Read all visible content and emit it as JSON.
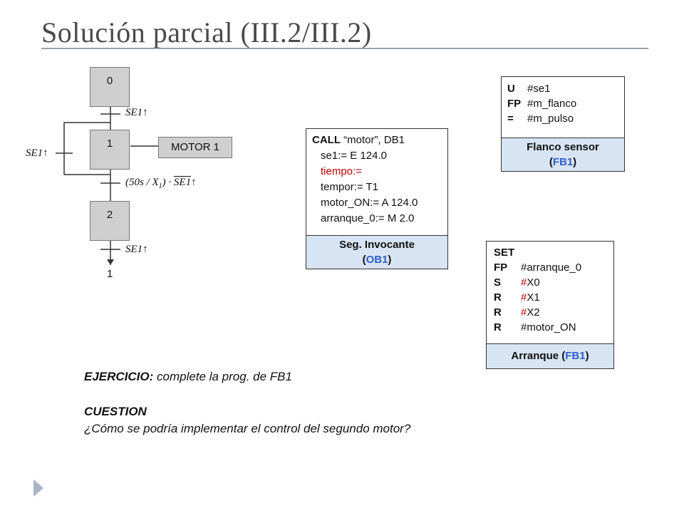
{
  "title": "Solución parcial (III.2/III.2)",
  "grafcet": {
    "steps": [
      "0",
      "1",
      "2"
    ],
    "transition_1": "SE1↑",
    "transition_loop": "SE1↑",
    "transition_2_pre": "(50s / X",
    "transition_2_sub": "1",
    "transition_2_post": ") · ",
    "transition_2_neg": "SE1",
    "transition_2_edge": "↑",
    "transition_3": "SE1↑",
    "jump_target": "1",
    "action_step1": "MOTOR 1"
  },
  "call_block": {
    "line1_kw": "CALL",
    "line1_rest": " “motor”, DB1",
    "line2": "se1:= E 124.0",
    "line3": "tiempo:=",
    "line4": "tempor:= T1",
    "line5": "motor_ON:= A 124.0",
    "line6": "arranque_0:= M 2.0",
    "footer_line1": "Seg. Invocante",
    "footer_open": "(",
    "footer_blue": "OB1",
    "footer_close": ")"
  },
  "edge_block": {
    "rows": [
      {
        "op": "U",
        "arg": "#se1"
      },
      {
        "op": "FP",
        "arg": "#m_flanco"
      },
      {
        "op": "=",
        "arg": "#m_pulso"
      }
    ],
    "footer_line1": "Flanco sensor",
    "footer_open": "(",
    "footer_blue": "FB1",
    "footer_close": ")"
  },
  "start_block": {
    "header": "SET",
    "rows": [
      {
        "op": "FP",
        "hash": "",
        "arg": "#arranque_0"
      },
      {
        "op": "S",
        "hash": "#",
        "arg": "X0"
      },
      {
        "op": "R",
        "hash": "#",
        "arg": "X1"
      },
      {
        "op": "R",
        "hash": "#",
        "arg": "X2"
      },
      {
        "op": "R",
        "hash": "",
        "arg": "#motor_ON"
      }
    ],
    "footer_text": "Arranque (",
    "footer_blue": "FB1",
    "footer_close": ")"
  },
  "exercise": {
    "label": "EJERCICIO:",
    "text": " complete la prog. de FB1"
  },
  "question": {
    "label": "CUESTION",
    "text": "¿Cómo se podría implementar el control del segundo motor?"
  },
  "colors": {
    "accent_red": "#c00000",
    "accent_blue": "#2f5fd0",
    "footer_fill": "#d7e4f3",
    "step_fill": "#cfcfcf"
  },
  "icons": [
    "triangle-bullet-icon"
  ]
}
